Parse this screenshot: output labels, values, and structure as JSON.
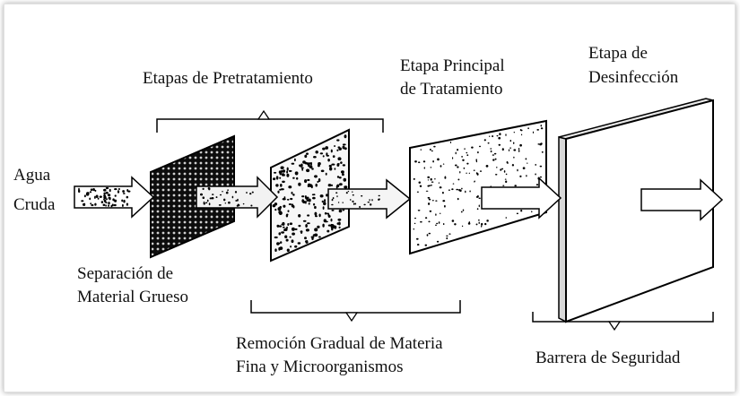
{
  "diagram": {
    "input": {
      "line1": "Agua",
      "line2": "Cruda"
    },
    "labels": {
      "pretreatment": "Etapas de Pretratamiento",
      "main_treatment_line1": "Etapa Principal",
      "main_treatment_line2": "de Tratamiento",
      "disinfection_line1": "Etapa de",
      "disinfection_line2": "Desinfección",
      "coarse_separation_line1": "Separación de",
      "coarse_separation_line2": "Material Grueso",
      "gradual_removal_line1": "Remoción Gradual de Materia",
      "gradual_removal_line2": "Fina y Microorganismos",
      "safety_barrier": "Barrera de Seguridad"
    },
    "stages": [
      {
        "name": "coarse-screen",
        "texture": "dense-mesh"
      },
      {
        "name": "pretreatment-filter",
        "texture": "dense-dots"
      },
      {
        "name": "main-filter",
        "texture": "sparse-dots"
      },
      {
        "name": "disinfection-barrier",
        "texture": "blank"
      }
    ]
  }
}
